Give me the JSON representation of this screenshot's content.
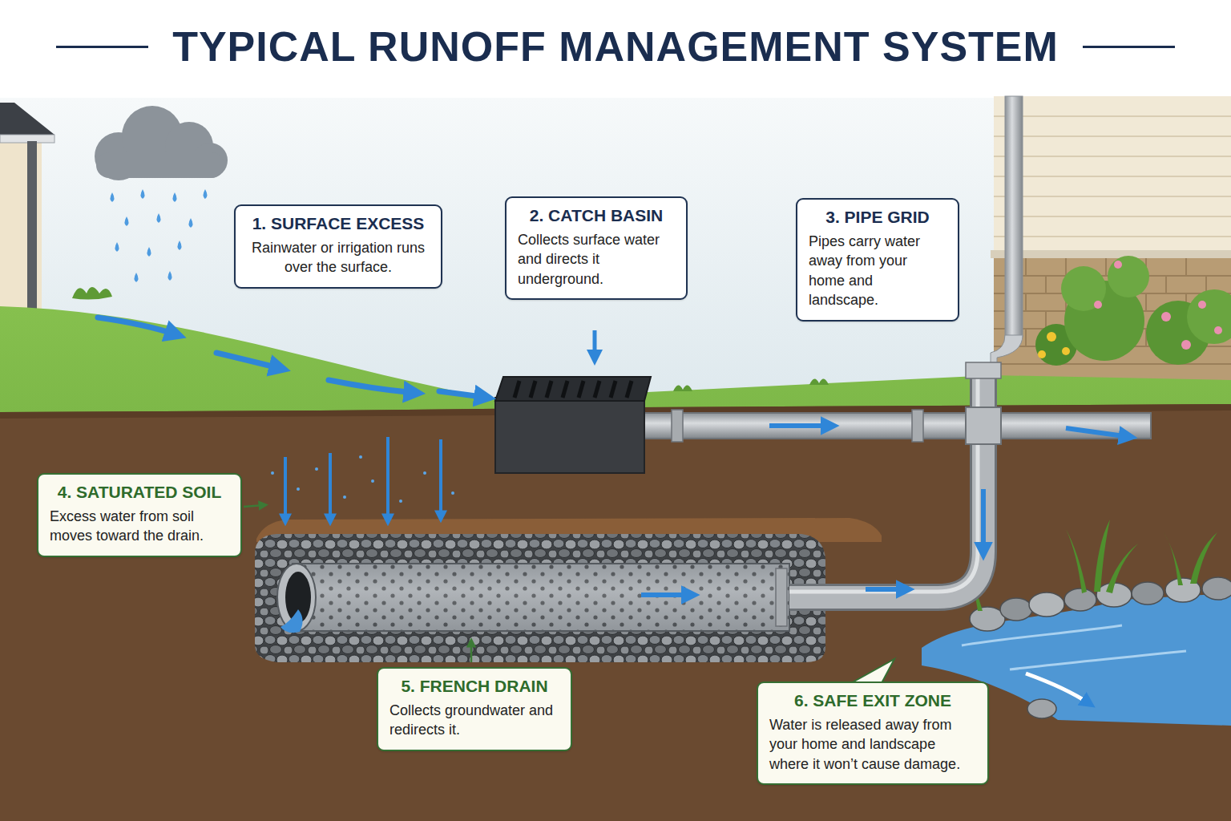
{
  "diagram": {
    "title": "TYPICAL RUNOFF MANAGEMENT SYSTEM",
    "nodes": [
      {
        "text": [
          "1. SURFACE EXCESS",
          "Rainwater or irrigation runs over the surface."
        ]
      },
      {
        "text": [
          "2. CATCH BASIN",
          "Collects surface water and directs it underground."
        ]
      },
      {
        "text": [
          "3. PIPE GRID",
          "Pipes carry water away from your home and landscape."
        ]
      },
      {
        "text": [
          "4. SATURATED SOIL",
          "Excess water from soil moves toward the drain."
        ]
      },
      {
        "text": [
          "5. FRENCH DRAIN",
          "Collects groundwater and redirects it."
        ]
      },
      {
        "text": [
          "6. SAFE EXIT ZONE",
          "Water is released away from your home and landscape where it won’t cause damage."
        ]
      }
    ]
  }
}
